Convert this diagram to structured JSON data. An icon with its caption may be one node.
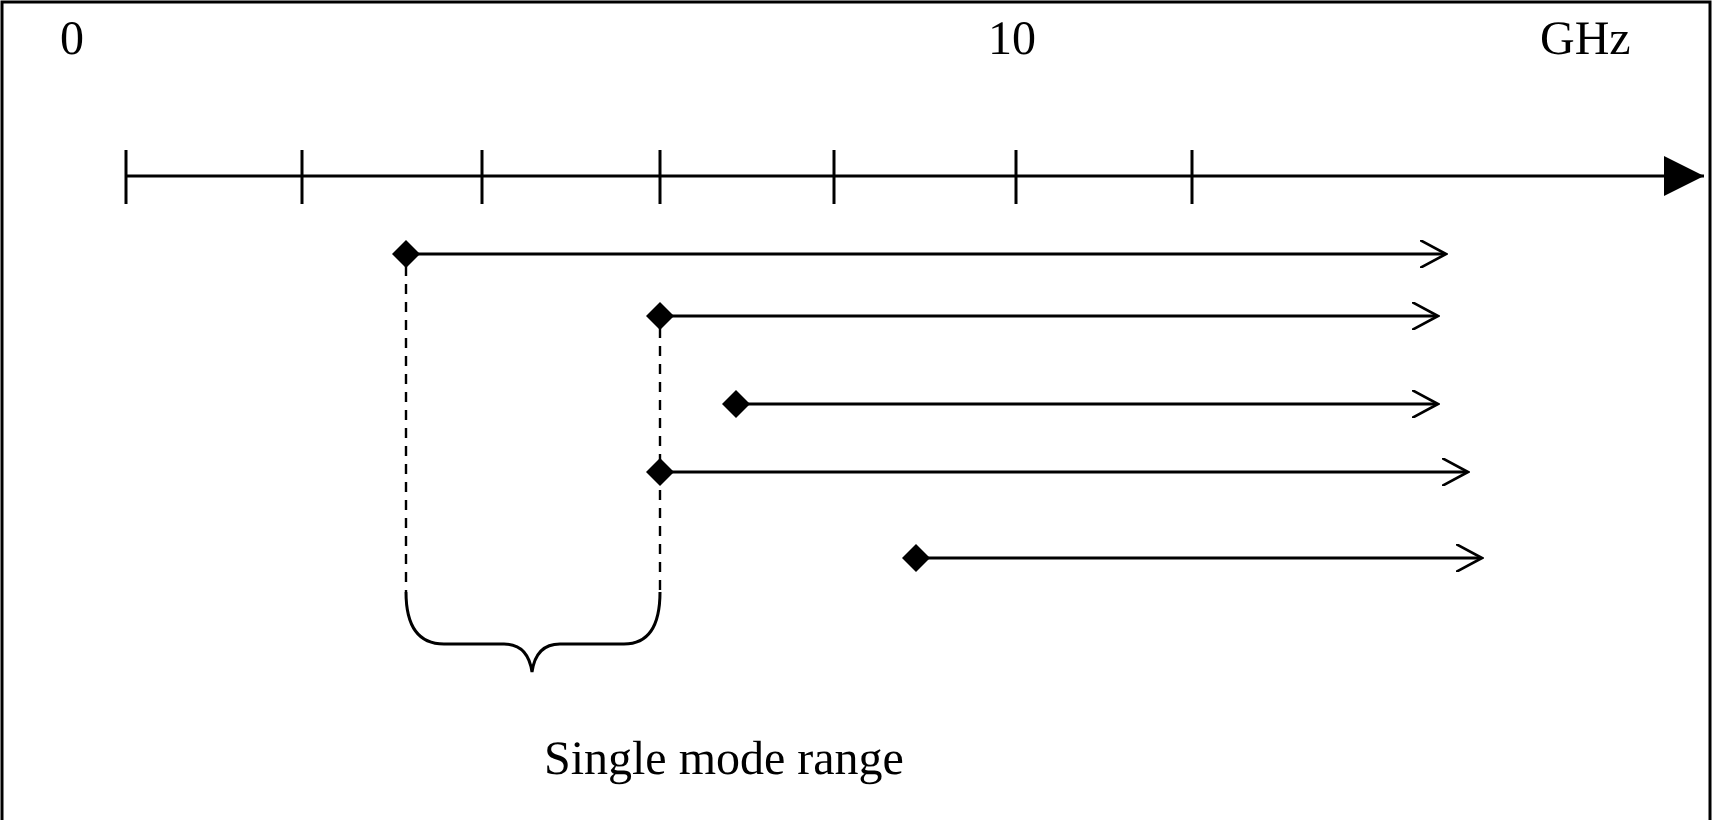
{
  "diagram": {
    "labels": [
      "0",
      "10",
      "GHz",
      "Single mode range"
    ]
  }
}
